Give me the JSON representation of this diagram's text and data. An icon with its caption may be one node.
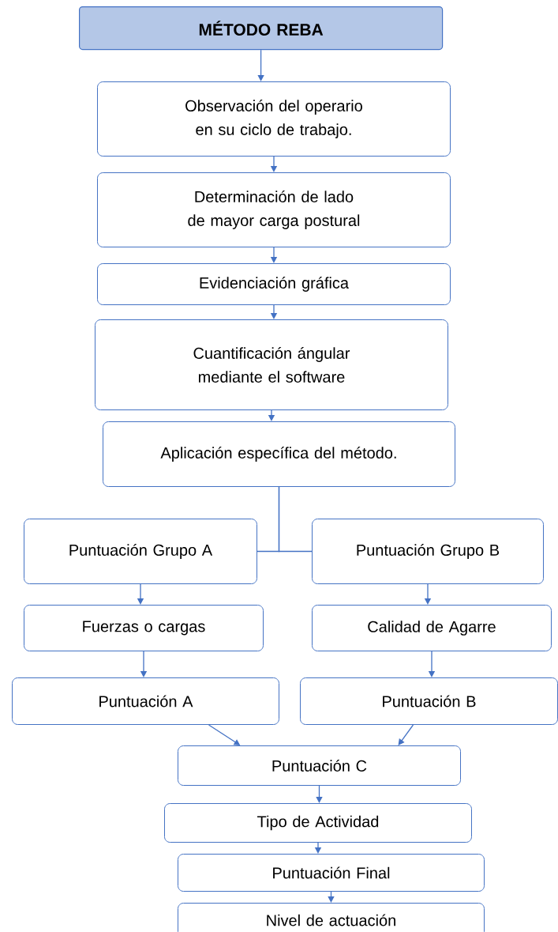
{
  "diagram": {
    "nodes": [
      {
        "text": [
          "MÉTODO REBA"
        ]
      },
      {
        "text": [
          "Observación del operario en su ciclo de trabajo."
        ]
      },
      {
        "text": [
          "Determinación de lado de mayor carga postural"
        ]
      },
      {
        "text": [
          "Evidenciación gráfica"
        ]
      },
      {
        "text": [
          "Cuantificación ángular mediante el software"
        ]
      },
      {
        "text": [
          "Aplicación específica del método."
        ]
      },
      {
        "text": [
          "Puntuación Grupo A"
        ]
      },
      {
        "text": [
          "Puntuación Grupo B"
        ]
      },
      {
        "text": [
          "Fuerzas o cargas"
        ]
      },
      {
        "text": [
          "Calidad de Agarre"
        ]
      },
      {
        "text": [
          "Puntuación A"
        ]
      },
      {
        "text": [
          "Puntuación B"
        ]
      },
      {
        "text": [
          "Puntuación C"
        ]
      },
      {
        "text": [
          "Tipo de Actividad"
        ]
      },
      {
        "text": [
          "Puntuación Final"
        ]
      },
      {
        "text": [
          "Nivel de actuación"
        ]
      }
    ],
    "edges": [
      {
        "from": 0,
        "to": 1,
        "arrow": "to"
      },
      {
        "from": 1,
        "to": 2,
        "arrow": "to"
      },
      {
        "from": 2,
        "to": 3,
        "arrow": "to"
      },
      {
        "from": 3,
        "to": 4,
        "arrow": "to"
      },
      {
        "from": 4,
        "to": 5,
        "arrow": "to"
      },
      {
        "from": 5,
        "to": 6,
        "arrow": "none"
      },
      {
        "from": 5,
        "to": 7,
        "arrow": "none"
      },
      {
        "from": 6,
        "to": 8,
        "arrow": "to"
      },
      {
        "from": 7,
        "to": 9,
        "arrow": "to"
      },
      {
        "from": 8,
        "to": 10,
        "arrow": "to"
      },
      {
        "from": 9,
        "to": 11,
        "arrow": "to"
      },
      {
        "from": 10,
        "to": 12,
        "arrow": "to"
      },
      {
        "from": 11,
        "to": 12,
        "arrow": "to"
      },
      {
        "from": 12,
        "to": 13,
        "arrow": "to"
      },
      {
        "from": 13,
        "to": 14,
        "arrow": "to"
      },
      {
        "from": 14,
        "to": 15,
        "arrow": "to"
      }
    ]
  }
}
